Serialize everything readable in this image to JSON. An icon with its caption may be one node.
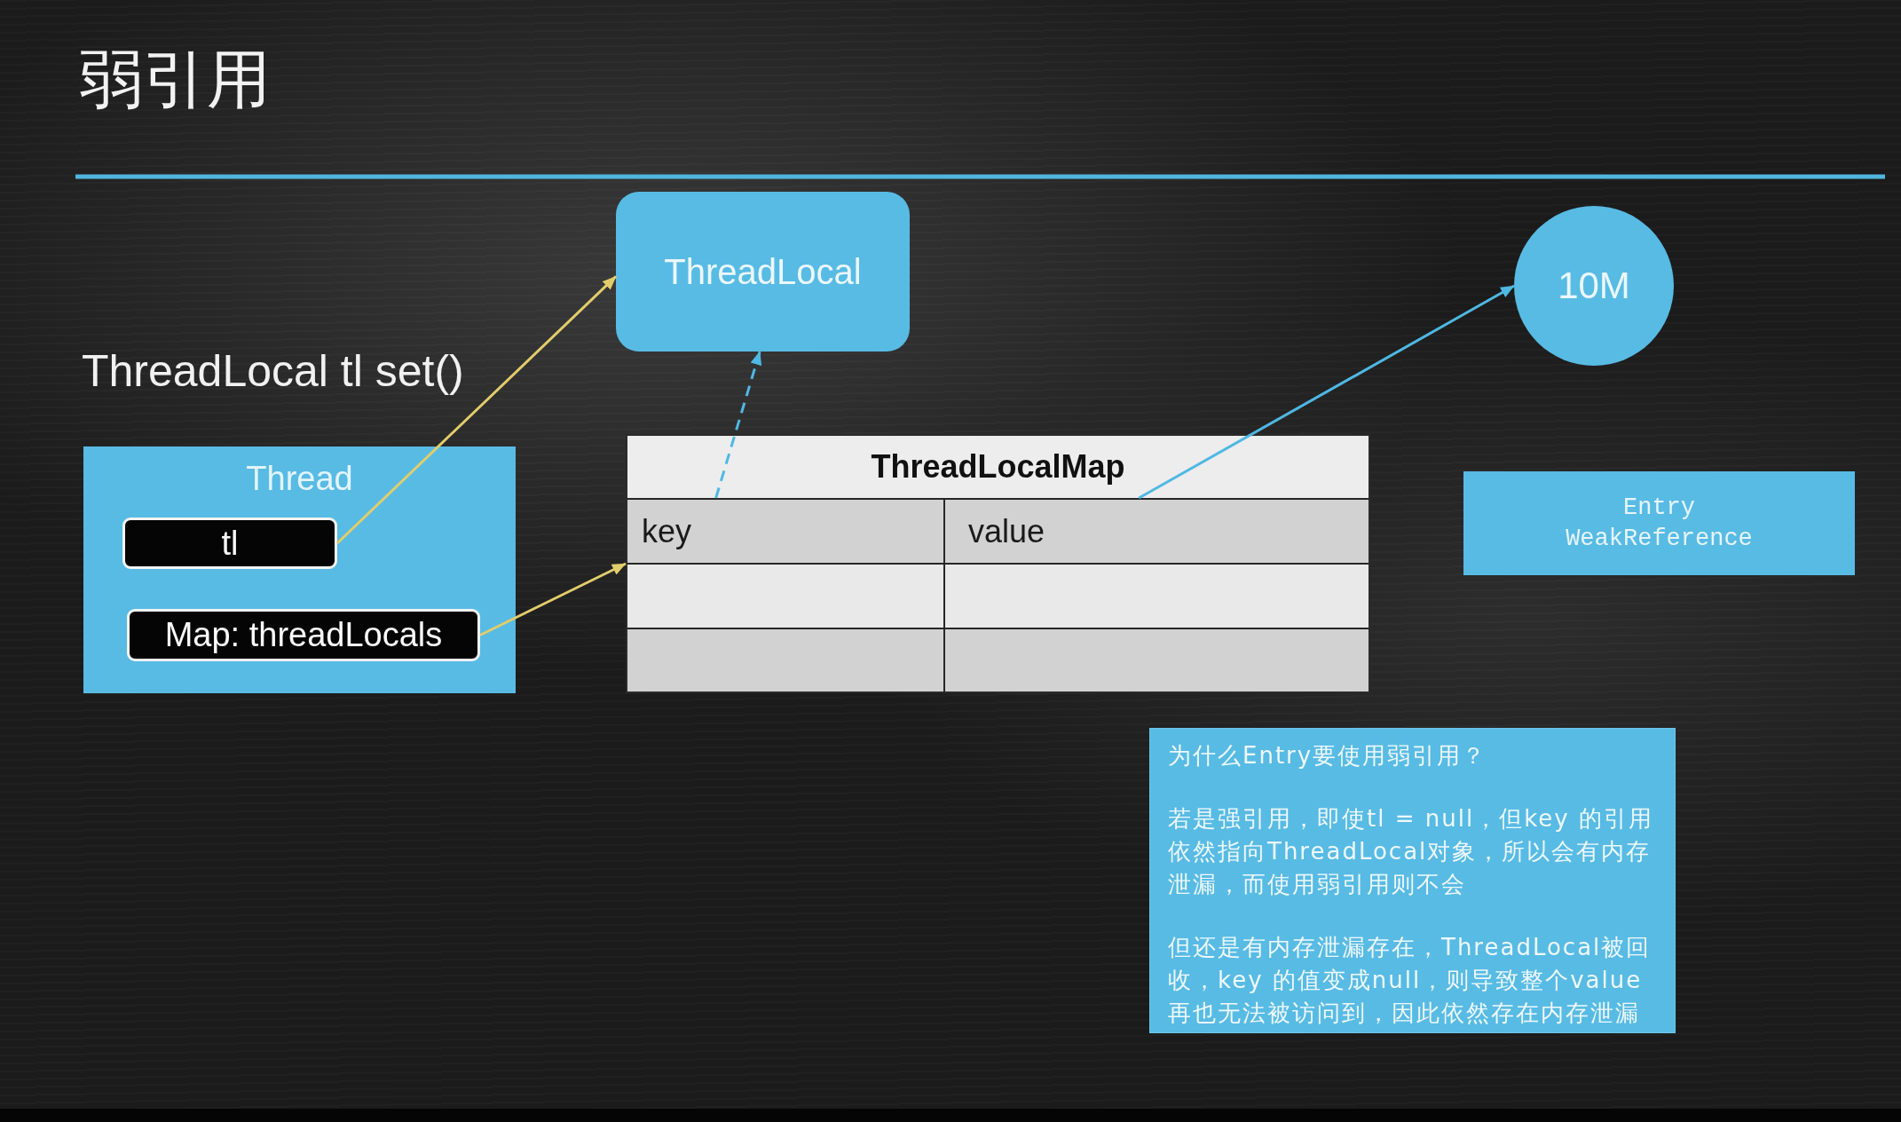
{
  "diagram": {
    "title": "弱引用",
    "nodes": [
      {
        "text": [
          "ThreadLocal"
        ]
      },
      {
        "text": [
          "10M"
        ]
      },
      {
        "text": [
          "Thread"
        ]
      },
      {
        "text": [
          "tl"
        ],
        "in": 2
      },
      {
        "text": [
          "Map: threadLocals"
        ],
        "in": 2
      },
      {
        "text": [
          "ThreadLocalMap"
        ]
      },
      {
        "text": [
          "key"
        ],
        "in": 5
      },
      {
        "text": [
          "value"
        ],
        "in": 5
      },
      {
        "text": [],
        "shape": "box",
        "in": 5
      },
      {
        "text": [],
        "shape": "box",
        "in": 5
      },
      {
        "text": [],
        "shape": "box",
        "in": 5
      },
      {
        "text": [],
        "shape": "box",
        "in": 5
      },
      {
        "text": [
          "Entry",
          "WeakReference"
        ]
      },
      {
        "text": [
          "为什么Entry要使用弱引用？",
          "若是强引用，即使tl = null，但key 的引用依然指向ThreadLocal对象，所以会有内存泄漏，而使用弱引用则不会",
          "但还是有内存泄漏存在，ThreadLocal被回收，key 的值变成null，则导致整个value再也无法被访问到，因此依然存在内存泄漏"
        ]
      }
    ],
    "edges": [
      {
        "from": 3,
        "to": 0,
        "arrow": "to",
        "color": "#e2cd6b"
      },
      {
        "from": 4,
        "to": 5,
        "arrow": "to",
        "color": "#e2cd6b"
      },
      {
        "from": 6,
        "to": 0,
        "arrow": "to",
        "style": "dashed",
        "color": "#4fb8e3"
      },
      {
        "from": 7,
        "to": 1,
        "arrow": "to",
        "color": "#4fb8e3"
      }
    ],
    "labels": [
      "ThreadLocal tl set()"
    ]
  }
}
